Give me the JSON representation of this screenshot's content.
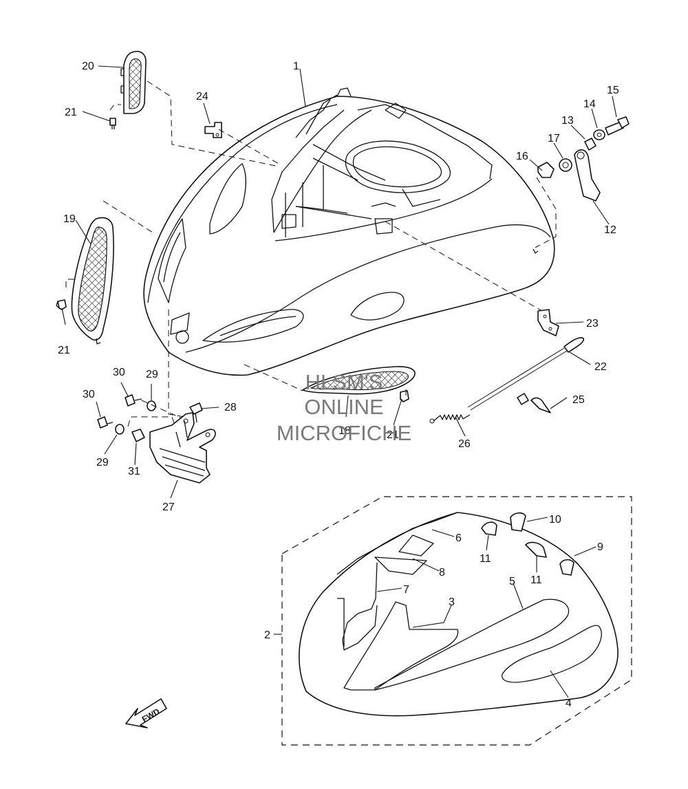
{
  "watermark": {
    "line1": "HLSM'S",
    "line2": "ONLINE",
    "line3": "MICROFICHE",
    "color": "#7a7a7a"
  },
  "fwd_label": "FWD",
  "callouts": {
    "c1": "1",
    "c2": "2",
    "c3": "3",
    "c4": "4",
    "c5": "5",
    "c6": "6",
    "c7": "7",
    "c8": "8",
    "c9": "9",
    "c10": "10",
    "c11a": "11",
    "c11b": "11",
    "c12": "12",
    "c13": "13",
    "c14": "14",
    "c15": "15",
    "c16": "16",
    "c17": "17",
    "c18": "18",
    "c19": "19",
    "c20": "20",
    "c21a": "21",
    "c21b": "21",
    "c21c": "21",
    "c22": "22",
    "c23": "23",
    "c24": "24",
    "c25": "25",
    "c26": "26",
    "c27": "27",
    "c28": "28",
    "c29a": "29",
    "c29b": "29",
    "c30a": "30",
    "c30b": "30",
    "c31": "31"
  }
}
